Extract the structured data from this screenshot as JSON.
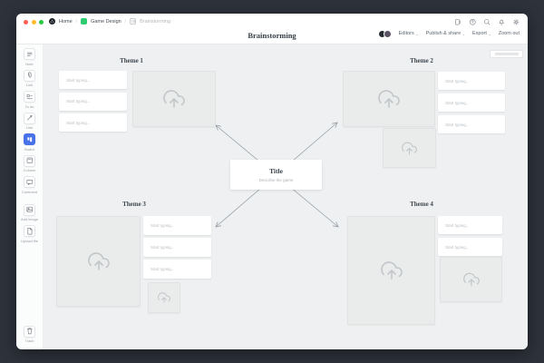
{
  "header": {
    "breadcrumb": {
      "separator": "/",
      "items": [
        {
          "label": "Home"
        },
        {
          "label": "Game Design"
        },
        {
          "label": "Brainstorming"
        }
      ]
    },
    "title": "Brainstorming",
    "actions": {
      "chevron": "⌄",
      "editors_label": "Editors",
      "publish_label": "Publish & share",
      "export_label": "Export",
      "zoom_out_label": "Zoom out"
    }
  },
  "sidebar": {
    "tools": [
      {
        "label": "Note"
      },
      {
        "label": "Link"
      },
      {
        "label": "To do"
      },
      {
        "label": "Line"
      },
      {
        "label": "Board",
        "active": true
      },
      {
        "label": "Column"
      },
      {
        "label": "Comment"
      },
      {
        "label": "Add image"
      },
      {
        "label": "Upload file"
      }
    ],
    "trash_label": "Trash"
  },
  "canvas": {
    "center": {
      "title": "Title",
      "subtitle": "Describe the game"
    },
    "themes": [
      {
        "name": "Theme 1",
        "notes": [
          "Start typing...",
          "Start typing...",
          "Start typing..."
        ]
      },
      {
        "name": "Theme 2",
        "notes": [
          "Start typing...",
          "Start typing...",
          "Start typing..."
        ]
      },
      {
        "name": "Theme 3",
        "notes": [
          "Start typing...",
          "Start typing...",
          "Start typing..."
        ]
      },
      {
        "name": "Theme 4",
        "notes": [
          "Start typing...",
          "Start typing..."
        ]
      }
    ]
  },
  "colors": {
    "frame_bg": "#2e323b",
    "canvas_bg": "#eef0f1",
    "accent_blue": "#4a72e8",
    "project_green": "#2ecc71",
    "traffic_red": "#ff5f57",
    "traffic_yellow": "#febc2e",
    "traffic_green": "#28c840",
    "arrow_gray": "#98a0a7"
  }
}
